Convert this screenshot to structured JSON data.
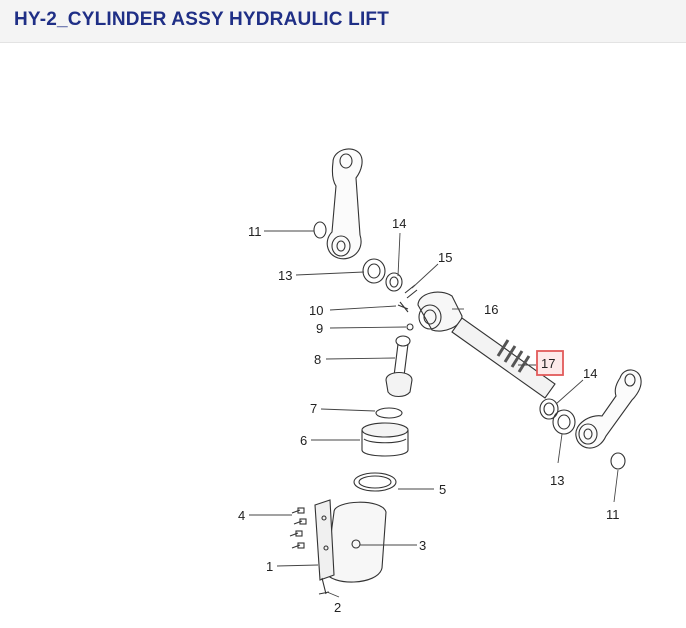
{
  "page": {
    "title": "HY-2_CYLINDER ASSY HYDRAULIC LIFT"
  },
  "colors": {
    "title": "#1f2f86",
    "highlight": "#e25a5a",
    "line": "#333333"
  },
  "diagram": {
    "callouts": [
      {
        "id": "c11a",
        "label": "11"
      },
      {
        "id": "c14a",
        "label": "14"
      },
      {
        "id": "c13a",
        "label": "13"
      },
      {
        "id": "c15",
        "label": "15"
      },
      {
        "id": "c10",
        "label": "10"
      },
      {
        "id": "c16",
        "label": "16"
      },
      {
        "id": "c9",
        "label": "9"
      },
      {
        "id": "c17",
        "label": "17",
        "highlighted": true
      },
      {
        "id": "c8",
        "label": "8"
      },
      {
        "id": "c14b",
        "label": "14"
      },
      {
        "id": "c7",
        "label": "7"
      },
      {
        "id": "c6",
        "label": "6"
      },
      {
        "id": "c13b",
        "label": "13"
      },
      {
        "id": "c5",
        "label": "5"
      },
      {
        "id": "c11b",
        "label": "11"
      },
      {
        "id": "c4",
        "label": "4"
      },
      {
        "id": "c3",
        "label": "3"
      },
      {
        "id": "c1",
        "label": "1"
      },
      {
        "id": "c2",
        "label": "2"
      }
    ]
  }
}
